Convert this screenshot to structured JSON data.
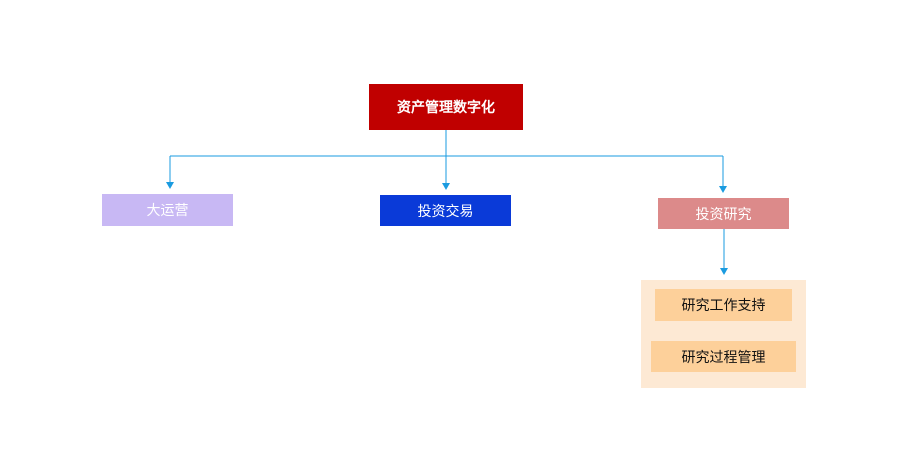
{
  "root": {
    "label": "资产管理数字化"
  },
  "children": [
    {
      "label": "大运营"
    },
    {
      "label": "投资交易"
    },
    {
      "label": "投资研究"
    }
  ],
  "research_group": {
    "items": [
      {
        "label": "研究工作支持"
      },
      {
        "label": "研究过程管理"
      }
    ]
  },
  "colors": {
    "connector": "#1a9be0",
    "root_fill": "#c00000",
    "operations_fill": "#c8b8f4",
    "trading_fill": "#0a3ad8",
    "research_fill": "#dc8a8a",
    "group_fill": "#fde9d4",
    "sub_fill": "#fdd09a"
  }
}
